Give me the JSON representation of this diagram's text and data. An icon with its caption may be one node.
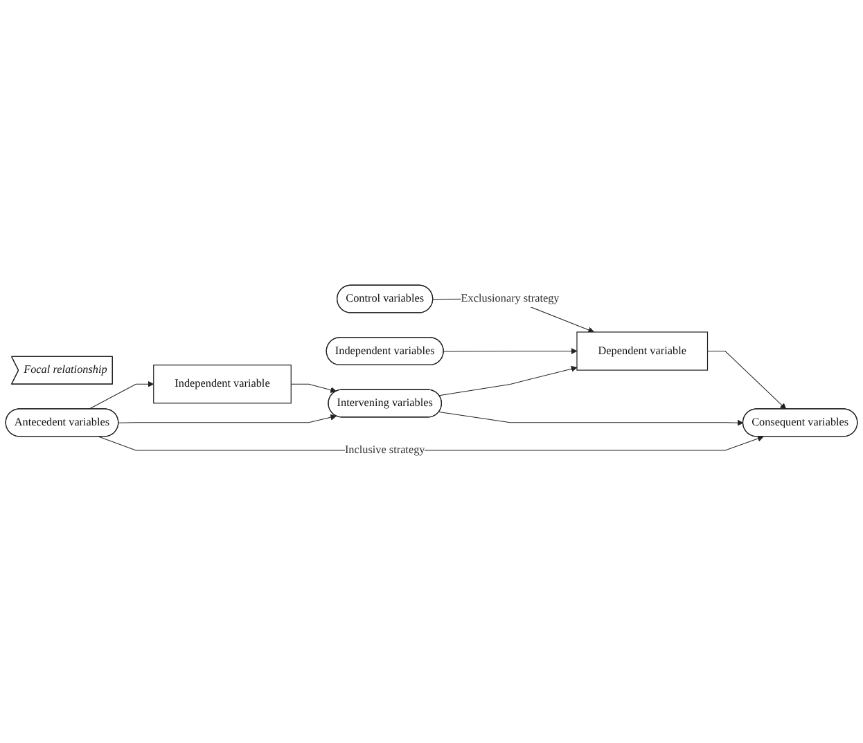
{
  "diagram": {
    "nodes": [
      {
        "text": [
          "Control variables"
        ]
      },
      {
        "text": [
          "Independent variables"
        ]
      },
      {
        "text": [
          "Independent variable"
        ]
      },
      {
        "text": [
          "Focal relationship"
        ]
      },
      {
        "text": [
          "Dependent variable"
        ]
      },
      {
        "text": [
          "Antecedent variables"
        ]
      },
      {
        "text": [
          "Intervening variables"
        ]
      },
      {
        "text": [
          "Consequent variables"
        ]
      }
    ],
    "edges": [
      {
        "from": 0,
        "to": 4,
        "arrow": "to",
        "label": "Exclusionary strategy"
      },
      {
        "from": 1,
        "to": 4,
        "arrow": "to"
      },
      {
        "from": 5,
        "to": 2,
        "arrow": "to"
      },
      {
        "from": 2,
        "to": 6,
        "arrow": "to"
      },
      {
        "from": 5,
        "to": 6,
        "arrow": "to"
      },
      {
        "from": 6,
        "to": 4,
        "arrow": "to"
      },
      {
        "from": 6,
        "to": 7,
        "arrow": "to"
      },
      {
        "from": 4,
        "to": 7,
        "arrow": "to"
      },
      {
        "from": 5,
        "to": 7,
        "arrow": "to",
        "label": "Inclusive strategy"
      }
    ]
  }
}
